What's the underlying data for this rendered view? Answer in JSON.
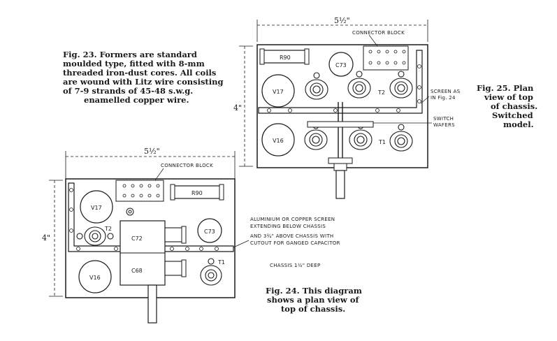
{
  "fig23": {
    "lines": [
      "Fig. 23.  Formers are standard",
      "moulded type, fitted with 8-mm",
      "threaded iron-dust cores.  All coils",
      "are wound with Litz wire consisting",
      "of 7-9 strands of 45-48 s.w.g.",
      "enamelled copper wire."
    ]
  },
  "fig25": {
    "caption": [
      "Fig. 25.  Plan",
      "view of top",
      "of chassis.",
      "Switched",
      "model."
    ],
    "width_dim": "5½\"",
    "height_dim": "4\"",
    "connector_block": "CONNECTOR BLOCK",
    "screen_note": [
      "SCREEN AS",
      "IN Fig. 24"
    ],
    "switch_note": [
      "SWITCH",
      "WAFERS"
    ],
    "components": {
      "r": "R90",
      "c": "C73",
      "v_top": "V17",
      "v_bottom": "V16",
      "t_top": "T2",
      "t_bottom": "T1"
    }
  },
  "fig24": {
    "caption": [
      "Fig. 24.  This diagram",
      "shows a plan view of",
      "top of chassis."
    ],
    "width_dim": "5½\"",
    "height_dim": "4\"",
    "connector_block": "CONNECTOR BLOCK",
    "screen_note": [
      "ALUMINIUM OR COPPER SCREEN",
      "EXTENDING BELOW CHASSIS",
      "AND 3¾\" ABOVE CHASSIS WITH",
      "CUTOUT FOR GANGED CAPACITOR"
    ],
    "chassis_depth": "CHASSIS 1½\" DEEP",
    "components": {
      "v_top": "V17",
      "v_bottom": "V16",
      "r": "R90",
      "c72": "C72",
      "c68": "C68",
      "c73": "C73",
      "t_top": "T2",
      "t_bottom": "T1"
    }
  }
}
